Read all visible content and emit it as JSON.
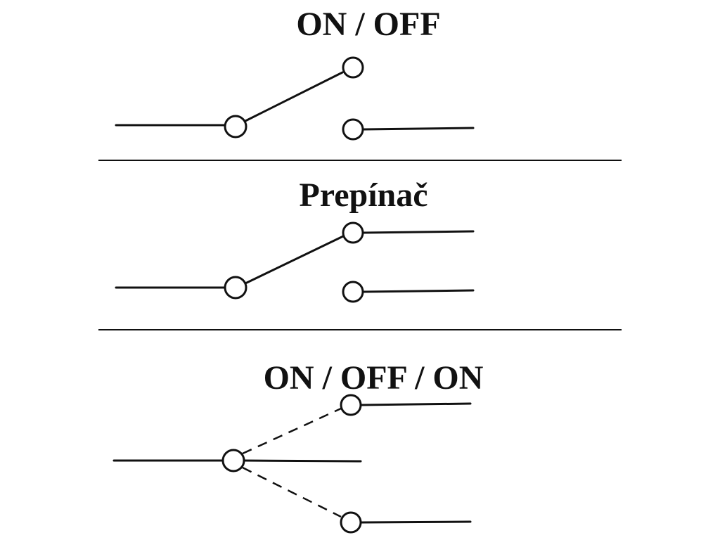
{
  "diagram": {
    "sections": [
      {
        "id": "on-off",
        "title": "ON / OFF"
      },
      {
        "id": "prepinac",
        "title": "Prepínač"
      },
      {
        "id": "on-off-on",
        "title": "ON / OFF / ON"
      }
    ]
  }
}
